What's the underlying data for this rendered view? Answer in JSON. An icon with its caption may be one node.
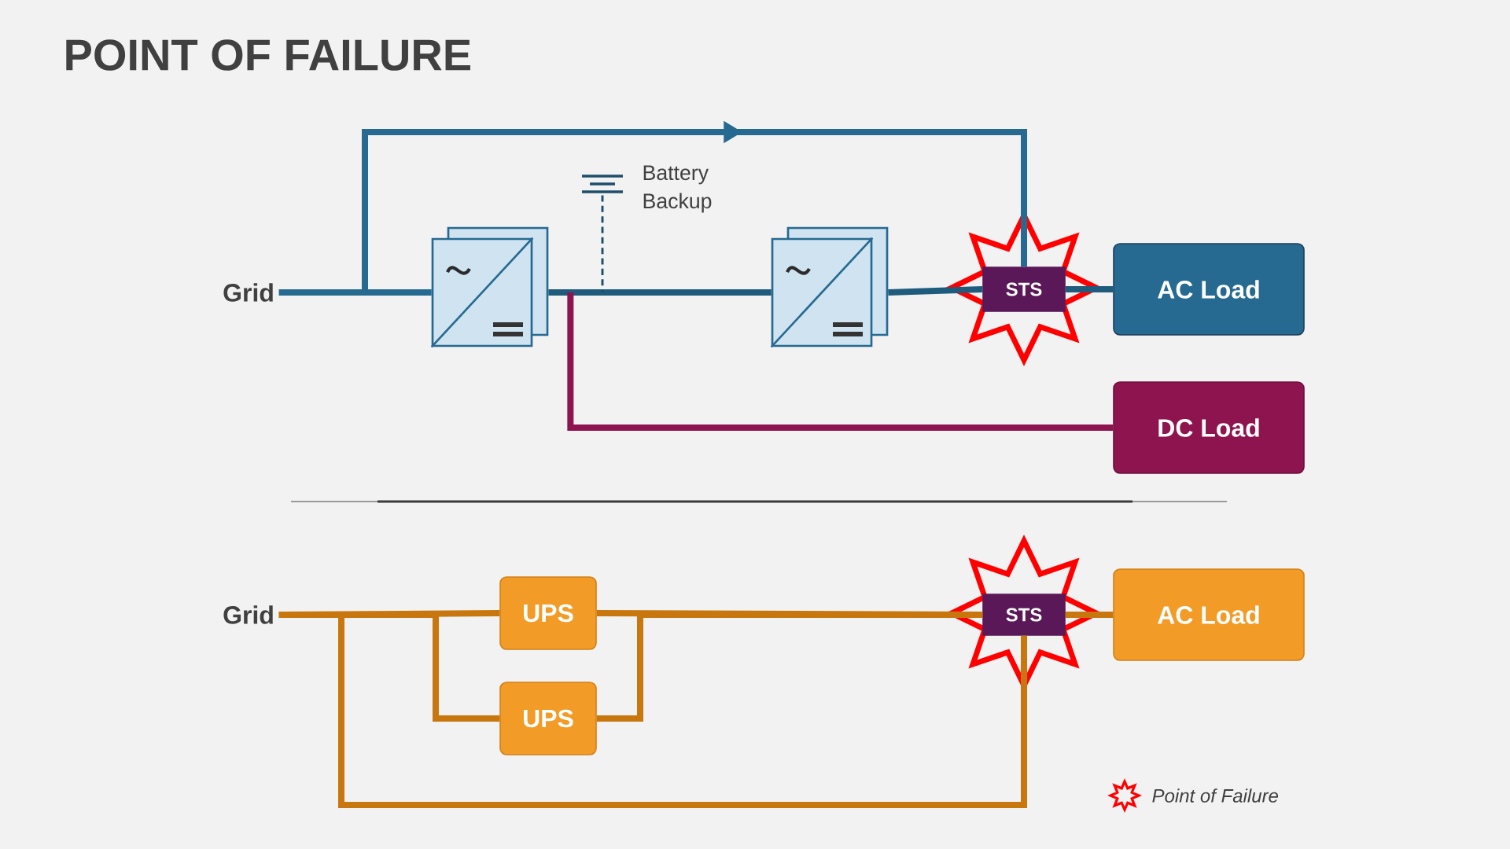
{
  "diagram": {
    "title": "POINT OF FAILURE",
    "nodes": [
      {
        "text": [
          "Grid"
        ]
      },
      {
        "text": [],
        "shape": "box"
      },
      {
        "text": [],
        "shape": "box"
      },
      {
        "text": [
          "Battery Backup"
        ]
      },
      {
        "text": [
          "STS"
        ]
      },
      {
        "text": [
          "AC Load"
        ]
      },
      {
        "text": [
          "DC Load"
        ]
      },
      {
        "text": [
          "Grid"
        ]
      },
      {
        "text": [
          "UPS"
        ]
      },
      {
        "text": [
          "UPS"
        ]
      },
      {
        "text": [
          "STS"
        ]
      },
      {
        "text": [
          "AC Load"
        ]
      }
    ],
    "edges": [
      {
        "from": 0,
        "to": 1,
        "arrow": "none",
        "color": "#266a91"
      },
      {
        "from": 1,
        "to": 2,
        "arrow": "none",
        "color": "#1f5b7d"
      },
      {
        "from": 2,
        "to": 4,
        "arrow": "none",
        "color": "#1f5b7d"
      },
      {
        "from": 4,
        "to": 5,
        "arrow": "none",
        "color": "#1f5b7d"
      },
      {
        "from": 0,
        "to": 4,
        "arrow": "to",
        "color": "#266a91"
      },
      {
        "from": 1,
        "to": 6,
        "arrow": "none",
        "color": "#8e1450"
      },
      {
        "from": 3,
        "to": null,
        "arrow": "none",
        "style": "dashed",
        "color": "#1f4e6b"
      },
      {
        "from": 7,
        "to": 8,
        "arrow": "none",
        "color": "#c8770f"
      },
      {
        "from": 7,
        "to": 9,
        "arrow": "none",
        "color": "#c8770f"
      },
      {
        "from": 8,
        "to": 10,
        "arrow": "none",
        "color": "#c8770f"
      },
      {
        "from": 9,
        "to": 10,
        "arrow": "none",
        "color": "#c8770f"
      },
      {
        "from": 7,
        "to": 10,
        "arrow": "none",
        "color": "#c8770f"
      },
      {
        "from": 10,
        "to": 11,
        "arrow": "none",
        "color": "#c8770f"
      }
    ],
    "legend": [
      {
        "text": "Point of Failure"
      }
    ]
  }
}
